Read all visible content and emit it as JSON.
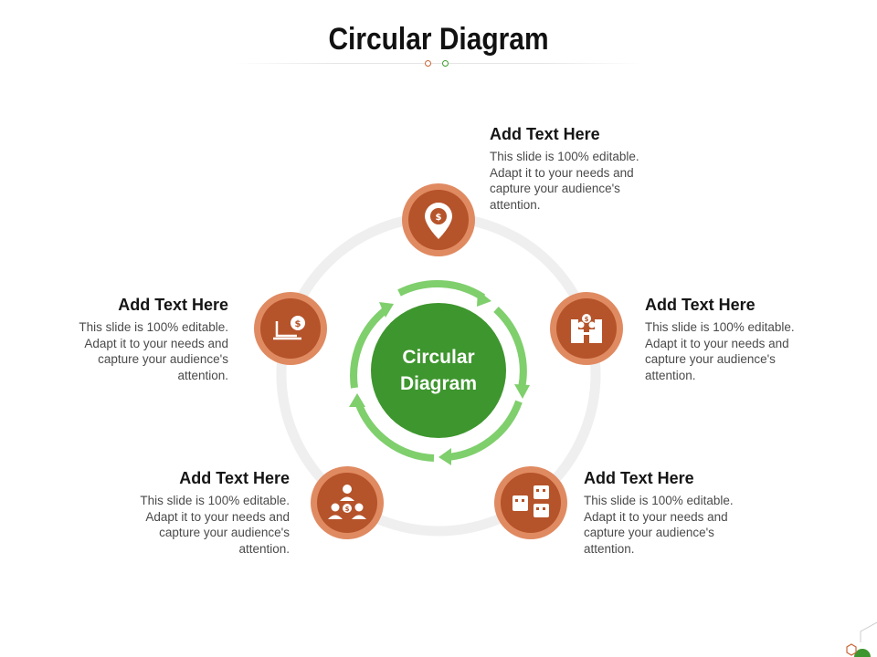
{
  "title": "Circular Diagram",
  "center_label_line1": "Circular",
  "center_label_line2": "Diagram",
  "colors": {
    "node_fill": "#b5532a",
    "node_ring": "#e08a61",
    "center_fill": "#3e962e",
    "arrow": "#7fcf6d",
    "track": "#efefef"
  },
  "nodes": [
    {
      "heading": "Add Text Here",
      "body": "This slide is 100% editable. Adapt it to your needs and capture your audience's attention.",
      "icon": "location-pin-dollar-icon"
    },
    {
      "heading": "Add Text Here",
      "body": "This slide is 100% editable. Adapt it to your needs and capture your audience's attention.",
      "icon": "business-handshake-icon"
    },
    {
      "heading": "Add Text Here",
      "body": "This slide is 100% editable. Adapt it to your needs and capture your audience's attention.",
      "icon": "buildings-icon"
    },
    {
      "heading": "Add Text Here",
      "body": "This slide is 100% editable. Adapt it to your needs and capture your audience's attention.",
      "icon": "people-money-icon"
    },
    {
      "heading": "Add Text Here",
      "body": "This slide is 100% editable. Adapt it to your needs and capture your audience's attention.",
      "icon": "laptop-dollar-chat-icon"
    }
  ]
}
